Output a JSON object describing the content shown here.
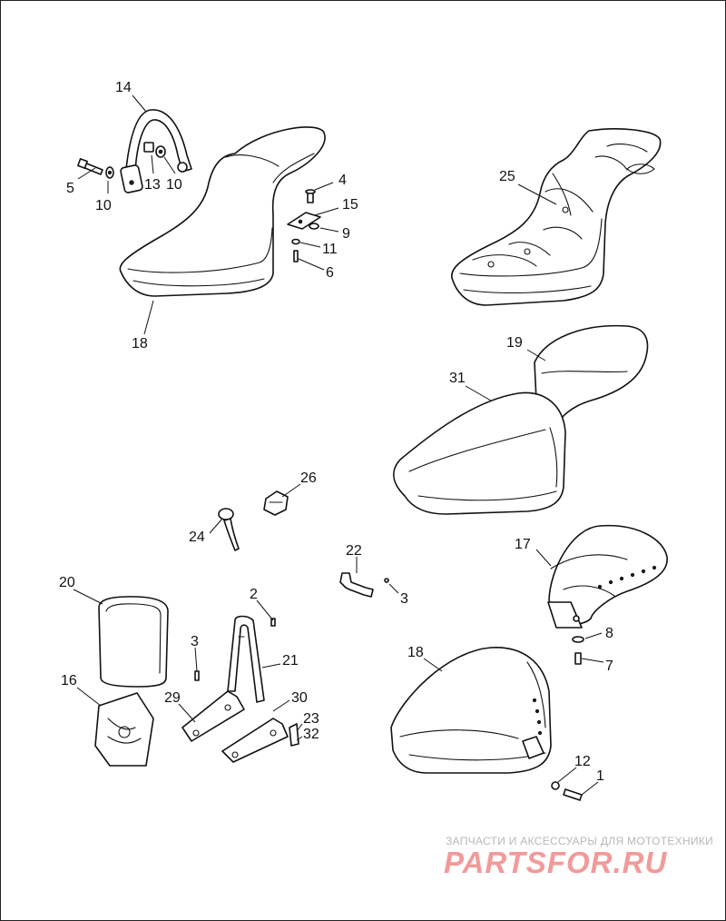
{
  "callouts": {
    "c14": "14",
    "c5": "5",
    "c10a": "10",
    "c13": "13",
    "c10b": "10",
    "c4": "4",
    "c15": "15",
    "c9": "9",
    "c11": "11",
    "c6": "6",
    "c18a": "18",
    "c25": "25",
    "c19": "19",
    "c31": "31",
    "c26": "26",
    "c24": "24",
    "c22": "22",
    "c3a": "3",
    "c17": "17",
    "c20": "20",
    "c2": "2",
    "c8": "8",
    "c7": "7",
    "c3b": "3",
    "c21": "21",
    "c18b": "18",
    "c16": "16",
    "c29": "29",
    "c30": "30",
    "c23": "23",
    "c32": "32",
    "c12": "12",
    "c1": "1"
  },
  "watermark": {
    "caption": "ЗАПЧАСТИ И АКСЕССУАРЫ ДЛЯ МОТОТЕХНИКИ",
    "brand": "PARTSFOR.RU",
    "color": "#f29a9a"
  }
}
